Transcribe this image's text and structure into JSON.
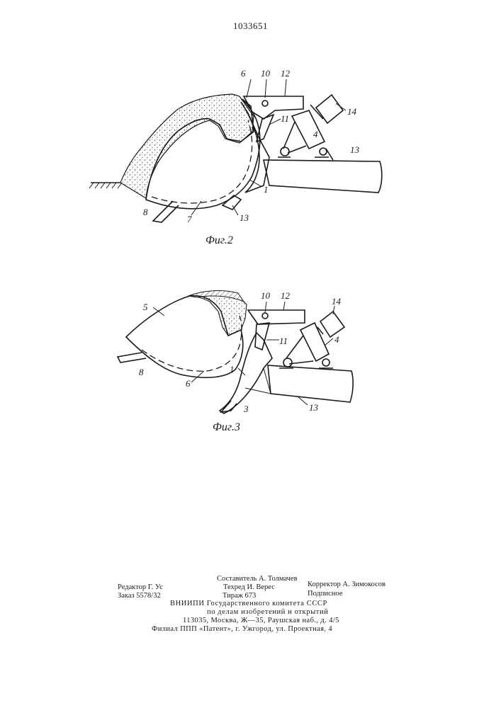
{
  "patent_number": "1033651",
  "figures": [
    {
      "caption": "Фиг.2",
      "labels": [
        "6",
        "10",
        "12",
        "14",
        "11",
        "4",
        "13",
        "1",
        "8",
        "7",
        "13"
      ]
    },
    {
      "caption": "Фиг.3",
      "labels": [
        "5",
        "10",
        "12",
        "14",
        "11",
        "4",
        "1",
        "8",
        "6",
        "3",
        "13"
      ]
    }
  ],
  "imprint": {
    "compiler": "Составитель А. Толмачев",
    "editor": "Редактор Г. Ус",
    "techred": "Техред И. Верес",
    "corrector": "Корректор А. Зимокосов",
    "order": "Заказ 5578/32",
    "circulation": "Тираж 673",
    "subscription": "Подписное",
    "org_line1": "ВНИИПИ Государственного комитета СССР",
    "org_line2": "по делам изобретений и открытий",
    "address": "113035, Москва, Ж—35, Раушская наб., д. 4/5",
    "branch": "Филиал ППП «Патент», г. Ужгород, ул. Проектная, 4"
  }
}
